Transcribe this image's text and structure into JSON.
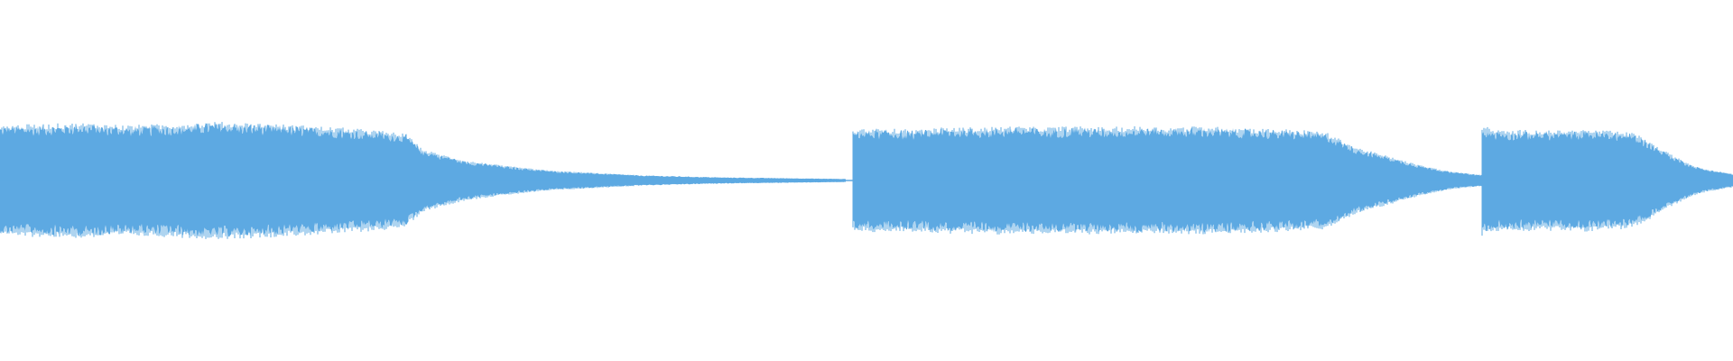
{
  "waveform": {
    "color": "#5DA9E2",
    "background": "#FFFFFF",
    "segments": [
      {
        "start_fraction": 0.0,
        "end_fraction": 0.488,
        "envelope": [
          [
            0.0,
            0.5
          ],
          [
            0.05,
            0.51
          ],
          [
            0.1,
            0.52
          ],
          [
            0.15,
            0.5
          ],
          [
            0.2,
            0.51
          ],
          [
            0.25,
            0.53
          ],
          [
            0.3,
            0.52
          ],
          [
            0.35,
            0.5
          ],
          [
            0.4,
            0.48
          ],
          [
            0.45,
            0.45
          ],
          [
            0.48,
            0.42
          ],
          [
            0.5,
            0.28
          ],
          [
            0.55,
            0.18
          ],
          [
            0.6,
            0.13
          ],
          [
            0.65,
            0.09
          ],
          [
            0.7,
            0.07
          ],
          [
            0.75,
            0.05
          ],
          [
            0.8,
            0.04
          ],
          [
            0.85,
            0.03
          ],
          [
            0.9,
            0.025
          ],
          [
            0.95,
            0.02
          ],
          [
            1.0,
            0.015
          ]
        ]
      },
      {
        "start_fraction": 0.492,
        "end_fraction": 0.855,
        "envelope": [
          [
            0.0,
            0.46
          ],
          [
            0.05,
            0.47
          ],
          [
            0.1,
            0.46
          ],
          [
            0.15,
            0.48
          ],
          [
            0.2,
            0.48
          ],
          [
            0.25,
            0.49
          ],
          [
            0.3,
            0.48
          ],
          [
            0.35,
            0.49
          ],
          [
            0.4,
            0.48
          ],
          [
            0.45,
            0.49
          ],
          [
            0.5,
            0.48
          ],
          [
            0.55,
            0.49
          ],
          [
            0.6,
            0.48
          ],
          [
            0.65,
            0.47
          ],
          [
            0.7,
            0.46
          ],
          [
            0.75,
            0.44
          ],
          [
            0.8,
            0.3
          ],
          [
            0.85,
            0.22
          ],
          [
            0.9,
            0.14
          ],
          [
            0.95,
            0.08
          ],
          [
            1.0,
            0.05
          ]
        ]
      },
      {
        "start_fraction": 0.855,
        "end_fraction": 1.0,
        "envelope": [
          [
            0.0,
            0.5
          ],
          [
            0.05,
            0.46
          ],
          [
            0.1,
            0.45
          ],
          [
            0.2,
            0.46
          ],
          [
            0.3,
            0.45
          ],
          [
            0.4,
            0.46
          ],
          [
            0.5,
            0.45
          ],
          [
            0.6,
            0.43
          ],
          [
            0.65,
            0.38
          ],
          [
            0.7,
            0.3
          ],
          [
            0.75,
            0.24
          ],
          [
            0.8,
            0.18
          ],
          [
            0.85,
            0.13
          ],
          [
            0.9,
            0.1
          ],
          [
            0.95,
            0.08
          ],
          [
            1.0,
            0.06
          ]
        ]
      }
    ]
  }
}
